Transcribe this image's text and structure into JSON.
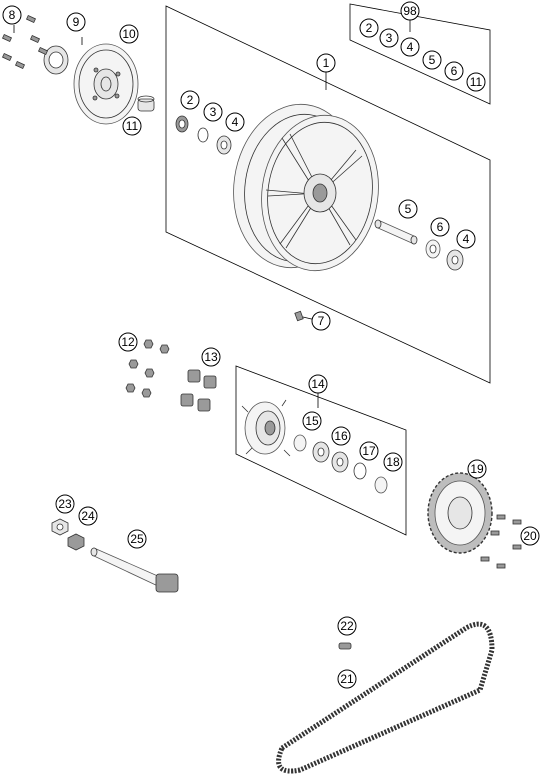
{
  "diagram": {
    "callouts": [
      {
        "id": "c8",
        "label": "8"
      },
      {
        "id": "c9",
        "label": "9"
      },
      {
        "id": "c10",
        "label": "10"
      },
      {
        "id": "c11a",
        "label": "11"
      },
      {
        "id": "c2a",
        "label": "2"
      },
      {
        "id": "c3a",
        "label": "3"
      },
      {
        "id": "c4a",
        "label": "4"
      },
      {
        "id": "c1",
        "label": "1"
      },
      {
        "id": "c98",
        "label": "98"
      },
      {
        "id": "c2b",
        "label": "2"
      },
      {
        "id": "c3b",
        "label": "3"
      },
      {
        "id": "c4b",
        "label": "4"
      },
      {
        "id": "c5b",
        "label": "5"
      },
      {
        "id": "c6b",
        "label": "6"
      },
      {
        "id": "c11b",
        "label": "11"
      },
      {
        "id": "c5",
        "label": "5"
      },
      {
        "id": "c6",
        "label": "6"
      },
      {
        "id": "c4c",
        "label": "4"
      },
      {
        "id": "c7",
        "label": "7"
      },
      {
        "id": "c12",
        "label": "12"
      },
      {
        "id": "c13",
        "label": "13"
      },
      {
        "id": "c14",
        "label": "14"
      },
      {
        "id": "c15",
        "label": "15"
      },
      {
        "id": "c16",
        "label": "16"
      },
      {
        "id": "c17",
        "label": "17"
      },
      {
        "id": "c18",
        "label": "18"
      },
      {
        "id": "c19",
        "label": "19"
      },
      {
        "id": "c20",
        "label": "20"
      },
      {
        "id": "c23",
        "label": "23"
      },
      {
        "id": "c24",
        "label": "24"
      },
      {
        "id": "c25",
        "label": "25"
      },
      {
        "id": "c22",
        "label": "22"
      },
      {
        "id": "c21",
        "label": "21"
      }
    ]
  }
}
